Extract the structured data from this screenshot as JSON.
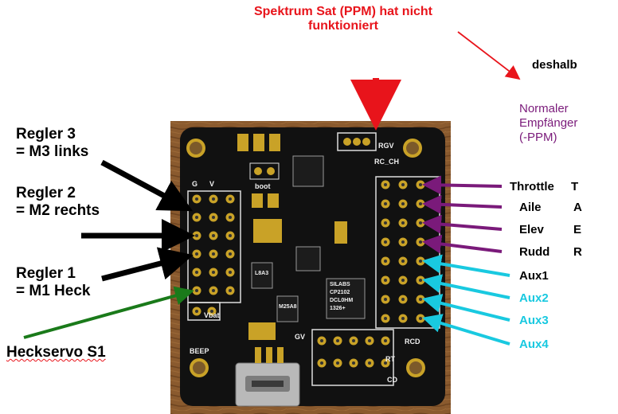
{
  "annotations": {
    "top_red_line1": "Spektrum Sat (PPM) hat nicht",
    "top_red_line2": "funktioniert",
    "deshalb": "deshalb",
    "normal_line1": "Normaler",
    "normal_line2": "Empfänger",
    "normal_line3": "(-PPM)",
    "regler3_line1": "Regler 3",
    "regler3_line2": "= M3 links",
    "regler2_line1": "Regler 2",
    "regler2_line2": "= M2 rechts",
    "regler1_line1": "Regler 1",
    "regler1_line2": "= M1 Heck",
    "heckservo": "Heckservo S1"
  },
  "channels": [
    {
      "name": "Throttle",
      "letter": "T",
      "color": "#000000"
    },
    {
      "name": "Aile",
      "letter": "A",
      "color": "#000000"
    },
    {
      "name": "Elev",
      "letter": "E",
      "color": "#000000"
    },
    {
      "name": "Rudd",
      "letter": "R",
      "color": "#000000"
    },
    {
      "name": "Aux1",
      "letter": "",
      "color": "#000000"
    },
    {
      "name": "Aux2",
      "letter": "",
      "color": "#19c9e0"
    },
    {
      "name": "Aux3",
      "letter": "",
      "color": "#19c9e0"
    },
    {
      "name": "Aux4",
      "letter": "",
      "color": "#19c9e0"
    }
  ],
  "silkscreen": {
    "rgv": "RGV",
    "rc_ch": "RC_CH",
    "boot": "boot",
    "g": "G",
    "v": "V",
    "vbat": "Vbat",
    "beep": "BEEP",
    "gv": "GV",
    "rt": "RT",
    "cd": "CD",
    "rcd": "RCD",
    "chip_cp2102_1": "SILABS",
    "chip_cp2102_2": "CP2102",
    "chip_cp2102_3": "DCL0HM",
    "chip_cp2102_4": "1326+",
    "chip_small": "L8A3",
    "chip_left": "M25A8"
  },
  "colors": {
    "red_arrow": "#e8141b",
    "black_arrow": "#000000",
    "purple_arrow": "#7a1a7a",
    "cyan_arrow": "#19c9e0",
    "green_arrow": "#1a7a1a",
    "pcb": "#111111",
    "pad": "#c9a227"
  }
}
